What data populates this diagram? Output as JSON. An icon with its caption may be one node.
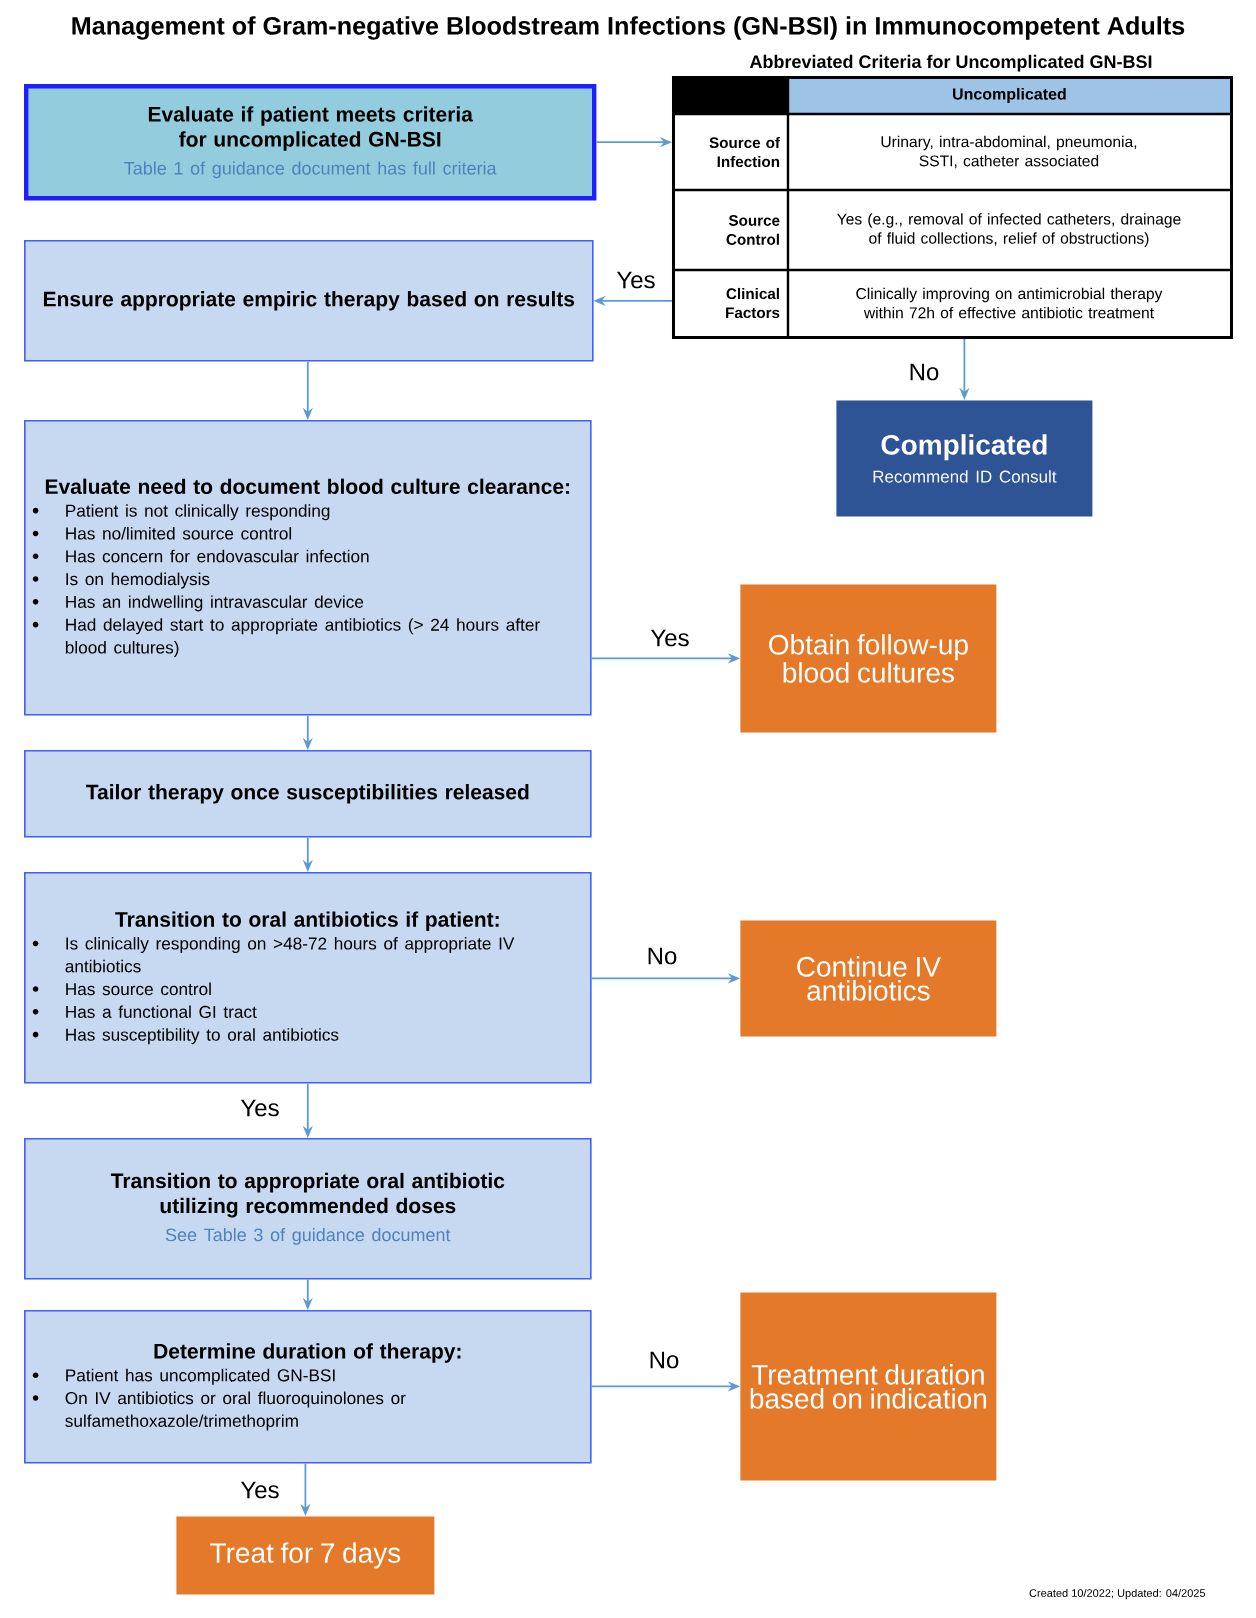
{
  "diagram": {
    "title": "Management of Gram-negative Bloodstream Infections (GN-BSI) in Immunocompetent Adults",
    "nodes": [
      {
        "text": [
          "Evaluate if patient meets criteria for uncomplicated GN-BSI",
          "Table 1 of guidance document has full criteria"
        ]
      },
      {
        "text": [
          "Uncomplicated",
          "Source of Infection",
          "Urinary, intra-abdominal, pneumonia, SSTI, catheter associated",
          "Source Control",
          "Yes (e.g., removal of infected catheters, drainage of fluid collections, relief of obstructions)",
          "Clinical Factors",
          "Clinically improving on antimicrobial therapy within 72h of effective antibiotic treatment"
        ]
      },
      {
        "text": [
          "Ensure appropriate empiric therapy based on results"
        ]
      },
      {
        "text": [
          "Complicated",
          "Recommend ID Consult"
        ]
      },
      {
        "text": [
          "Evaluate need to document blood culture clearance:",
          "Patient is not clinically responding",
          "Has no/limited source control",
          "Has concern for endovascular infection",
          "Is on hemodialysis",
          "Has an indwelling intravascular device",
          "Had delayed start to appropriate antibiotics (> 24 hours after blood cultures)"
        ]
      },
      {
        "text": [
          "Obtain follow-up blood cultures"
        ]
      },
      {
        "text": [
          "Tailor therapy once susceptibilities released"
        ]
      },
      {
        "text": [
          "Transition to oral antibiotics if patient:",
          "Is clinically responding on >48-72 hours of appropriate IV antibiotics",
          "Has source control",
          "Has a functional GI tract",
          "Has susceptibility to oral antibiotics"
        ]
      },
      {
        "text": [
          "Continue IV antibiotics"
        ]
      },
      {
        "text": [
          "Transition to appropriate oral antibiotic utilizing recommended doses",
          "See Table 3 of guidance document"
        ]
      },
      {
        "text": [
          "Determine duration of therapy:",
          "Patient has uncomplicated GN-BSI",
          "On IV antibiotics or oral fluoroquinolones or sulfamethoxazole/trimethoprim"
        ]
      },
      {
        "text": [
          "Treatment duration based on indication"
        ]
      },
      {
        "text": [
          "Treat for 7 days"
        ]
      }
    ],
    "edges": [
      {
        "from": 0,
        "to": 1,
        "arrow": "to"
      },
      {
        "from": 1,
        "to": 2,
        "arrow": "to",
        "label": "Yes"
      },
      {
        "from": 1,
        "to": 3,
        "arrow": "to",
        "label": "No"
      },
      {
        "from": 2,
        "to": 4,
        "arrow": "to"
      },
      {
        "from": 4,
        "to": 5,
        "arrow": "to",
        "label": "Yes"
      },
      {
        "from": 4,
        "to": 6,
        "arrow": "to"
      },
      {
        "from": 6,
        "to": 7,
        "arrow": "to"
      },
      {
        "from": 7,
        "to": 8,
        "arrow": "to",
        "label": "No"
      },
      {
        "from": 7,
        "to": 9,
        "arrow": "to",
        "label": "Yes"
      },
      {
        "from": 9,
        "to": 10,
        "arrow": "to"
      },
      {
        "from": 10,
        "to": 11,
        "arrow": "to",
        "label": "No"
      },
      {
        "from": 10,
        "to": 12,
        "arrow": "to",
        "label": "Yes"
      }
    ],
    "labels": [
      "Abbreviated Criteria for Uncomplicated GN-BSI",
      "Created 10/2022; Updated: 04/2025"
    ]
  }
}
